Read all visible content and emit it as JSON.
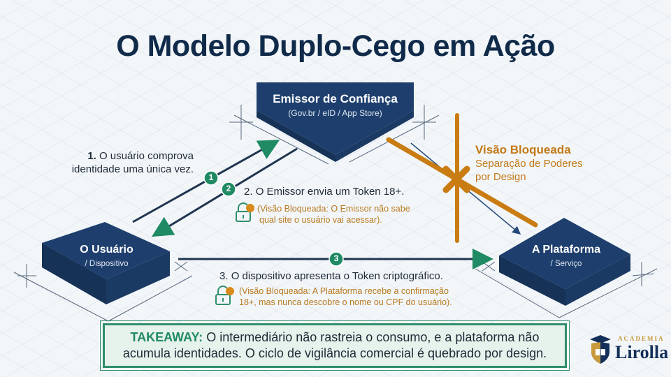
{
  "title": "O Modelo Duplo-Cego em Ação",
  "nodes": {
    "issuer": {
      "title": "Emissor de Confiança",
      "subtitle": "(Gov.br / eID / App Store)"
    },
    "user": {
      "title": "O Usuário",
      "subtitle": "/ Dispositivo"
    },
    "platform": {
      "title": "A Plataforma",
      "subtitle": "/ Serviço"
    }
  },
  "steps": [
    {
      "number": "1",
      "prefix": "1.",
      "text_line1": "O usuário comprova",
      "text_line2": "identidade uma única vez."
    },
    {
      "number": "2",
      "prefix": "2.",
      "text": "O Emissor envia um Token 18+.",
      "note_line1": "(Visão Bloqueada: O Emissor não sabe",
      "note_line2": "qual site o usuário vai acessar)."
    },
    {
      "number": "3",
      "prefix": "3.",
      "text": "O dispositivo apresenta o Token criptográfico.",
      "note_line1": "(Visão Bloqueada: A Plataforma recebe a confirmação",
      "note_line2": "18+, mas nunca descobre o nome ou CPF do usuário)."
    }
  ],
  "blocked_view": {
    "title": "Visão Bloqueada",
    "subtitle_line1": "Separação de Poderes",
    "subtitle_line2": "por Design"
  },
  "takeaway": {
    "label": "TAKEAWAY:",
    "line1": "O intermediário não rastreia o consumo, e a plataforma não",
    "line2": "acumula identidades. O ciclo de vigilância comercial é quebrado por design."
  },
  "logo": {
    "top": "ACADEMIA",
    "name": "Lirolla"
  },
  "colors": {
    "navy": "#1e3f6e",
    "green": "#1f8a63",
    "orange": "#c97c12",
    "text": "#1e2a36"
  }
}
